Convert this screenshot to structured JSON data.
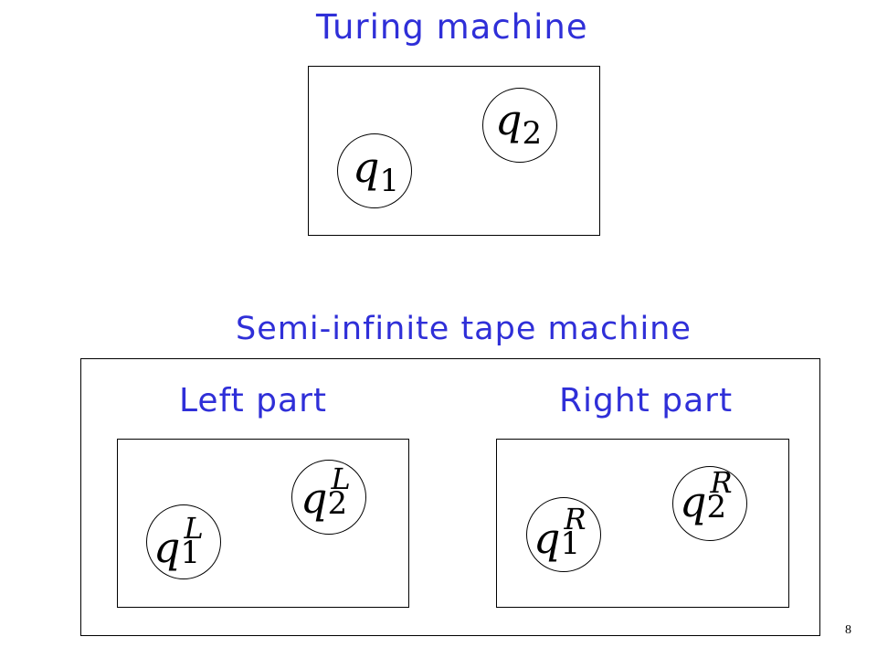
{
  "top": {
    "title": "Turing machine",
    "states": [
      {
        "q": "q",
        "sub": "1",
        "sup": ""
      },
      {
        "q": "q",
        "sub": "2",
        "sup": ""
      }
    ]
  },
  "bottom": {
    "title": "Semi-infinite tape machine",
    "left": {
      "label": "Left part",
      "states": [
        {
          "q": "q",
          "sub": "1",
          "sup": "L"
        },
        {
          "q": "q",
          "sub": "2",
          "sup": "L"
        }
      ]
    },
    "right": {
      "label": "Right part",
      "states": [
        {
          "q": "q",
          "sub": "1",
          "sup": "R"
        },
        {
          "q": "q",
          "sub": "2",
          "sup": "R"
        }
      ]
    }
  },
  "page_number": "8",
  "colors": {
    "title": "#2f2fd8",
    "line": "#000000"
  }
}
